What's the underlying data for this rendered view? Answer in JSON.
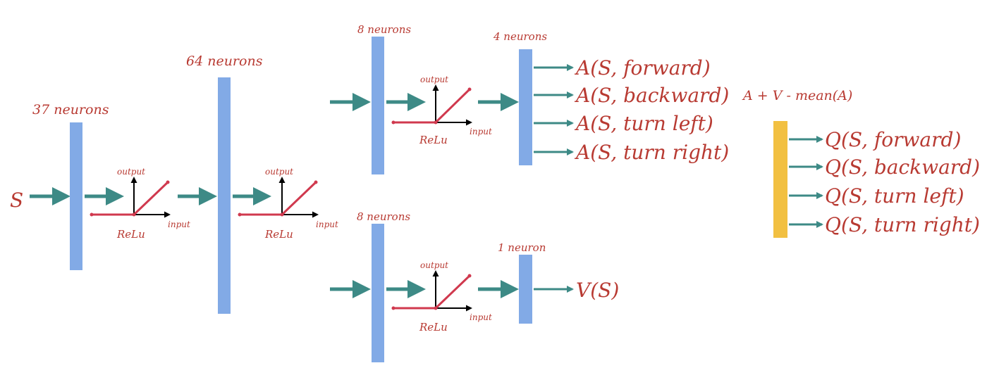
{
  "colors": {
    "layer": "#82aae6",
    "output_layer": "#f2c041",
    "arrow": "#3d8a86",
    "relu_line": "#d0394e",
    "handwriting": "#b83a32",
    "axis": "#000000"
  },
  "input": {
    "label": "S"
  },
  "layers": {
    "l1": {
      "label": "37 neurons"
    },
    "l2": {
      "label": "64 neurons"
    },
    "adv_hidden": {
      "label": "8 neurons"
    },
    "adv_out": {
      "label": "4 neurons"
    },
    "val_hidden": {
      "label": "8 neurons"
    },
    "val_out": {
      "label": "1 neuron"
    }
  },
  "activation": {
    "name": "ReLu",
    "axis_output": "output",
    "axis_input": "input"
  },
  "advantage_outputs": [
    "A(S, forward)",
    "A(S, backward)",
    "A(S, turn left)",
    "A(S, turn right)"
  ],
  "value_output": "V(S)",
  "combine": {
    "formula": "A + V - mean(A)"
  },
  "q_outputs": [
    "Q(S, forward)",
    "Q(S, backward)",
    "Q(S, turn left)",
    "Q(S, turn right)"
  ]
}
